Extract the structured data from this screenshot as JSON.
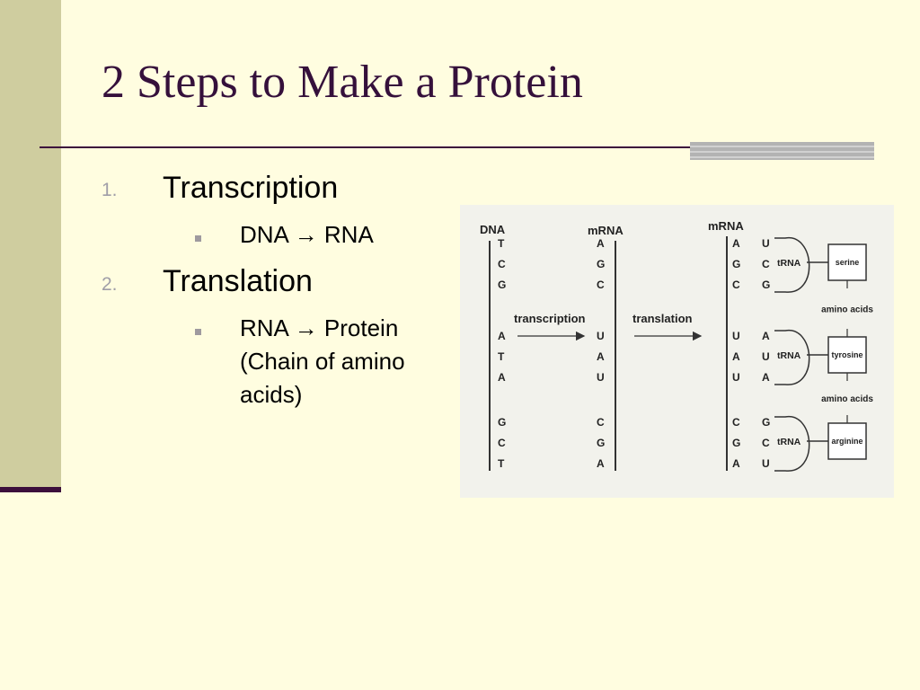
{
  "title": "2 Steps to Make a Protein",
  "steps": [
    {
      "number": "1.",
      "label": "Transcription",
      "detail": "DNA → RNA"
    },
    {
      "number": "2.",
      "label": "Translation",
      "detail": "RNA → Protein (Chain of amino acids)"
    }
  ],
  "diagram": {
    "dna_header": "DNA",
    "mrna_header_1": "mRNA",
    "mrna_header_2": "mRNA",
    "transcription_label": "transcription",
    "translation_label": "translation",
    "dna_bases": [
      "T",
      "C",
      "G",
      "A",
      "T",
      "A",
      "G",
      "C",
      "T"
    ],
    "mrna_bases": [
      "A",
      "G",
      "C",
      "U",
      "A",
      "U",
      "C",
      "G",
      "A"
    ],
    "mrna_bases_2": [
      "A",
      "G",
      "C",
      "U",
      "A",
      "U",
      "C",
      "G",
      "A"
    ],
    "anticodons": [
      [
        "U",
        "C",
        "G"
      ],
      [
        "A",
        "U",
        "A"
      ],
      [
        "G",
        "C",
        "U"
      ]
    ],
    "trna_label": "tRNA",
    "amino_acids": [
      "serine",
      "tyrosine",
      "arginine"
    ],
    "bond_label": "amino acids"
  }
}
